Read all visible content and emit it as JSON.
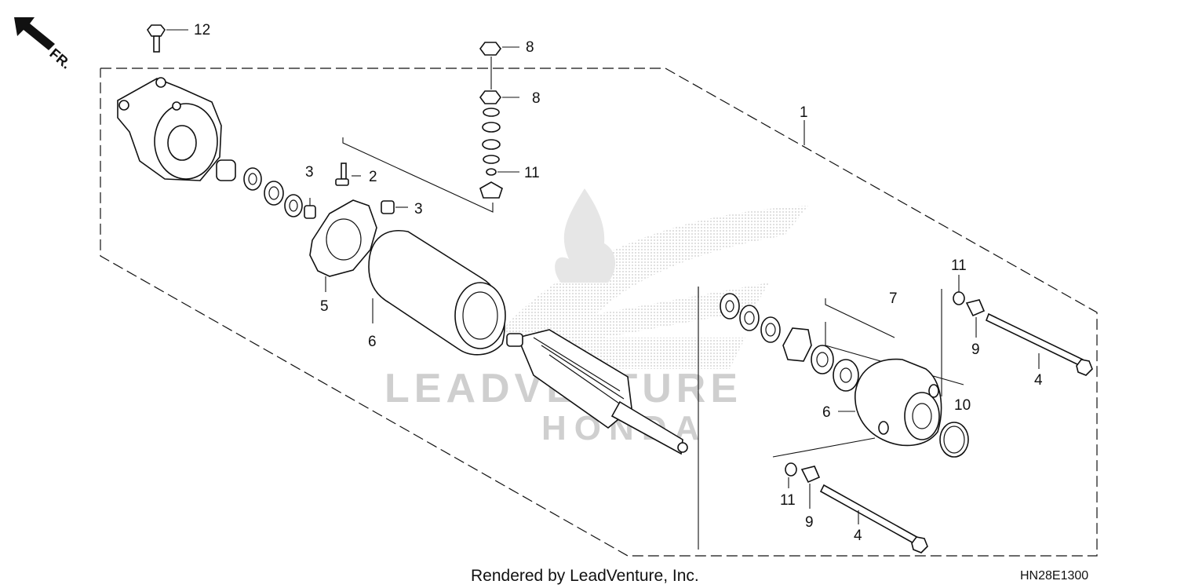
{
  "orientation": {
    "label": "FR."
  },
  "callouts": {
    "c1": "1",
    "c2": "2",
    "c3a": "3",
    "c3b": "3",
    "c4a": "4",
    "c4b": "4",
    "c5": "5",
    "c6a": "6",
    "c6b": "6",
    "c7": "7",
    "c8a": "8",
    "c8b": "8",
    "c9a": "9",
    "c9b": "9",
    "c10": "10",
    "c11a": "11",
    "c11b": "11",
    "c11c": "11",
    "c12": "12"
  },
  "watermark": {
    "brand": "LEADVENTURE",
    "maker": "HONDA"
  },
  "footer": {
    "rendered_by": "Rendered by LeadVenture, Inc.",
    "diagram_code": "HN28E1300"
  },
  "colors": {
    "line": "#111111",
    "watermark": "#cfcfcf"
  }
}
